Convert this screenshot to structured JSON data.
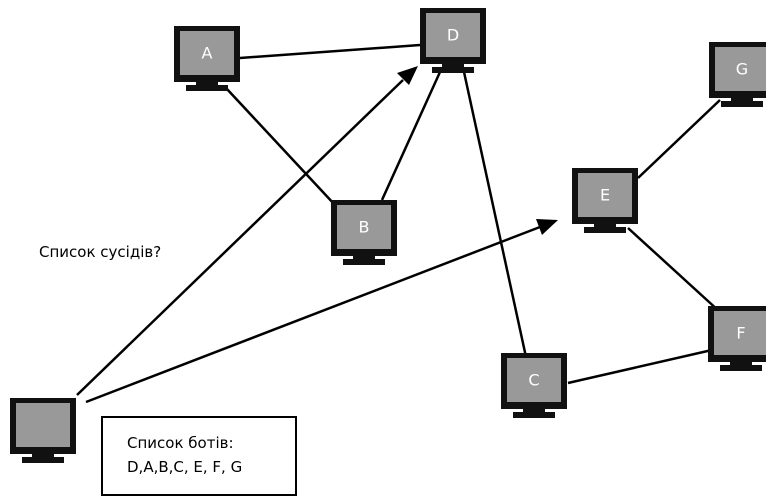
{
  "nodes": [
    {
      "id": "A",
      "label": "A"
    },
    {
      "id": "D",
      "label": "D"
    },
    {
      "id": "G",
      "label": "G"
    },
    {
      "id": "E",
      "label": "E"
    },
    {
      "id": "B",
      "label": "B"
    },
    {
      "id": "F",
      "label": "F"
    },
    {
      "id": "C",
      "label": "C"
    },
    {
      "id": "source",
      "label": ""
    }
  ],
  "links": [
    [
      "A",
      "D"
    ],
    [
      "A",
      "B"
    ],
    [
      "B",
      "D"
    ],
    [
      "D",
      "C"
    ],
    [
      "C",
      "F"
    ],
    [
      "E",
      "F"
    ],
    [
      "E",
      "G"
    ]
  ],
  "queries": [
    [
      "source",
      "D"
    ],
    [
      "source",
      "E"
    ]
  ],
  "question_text": "Список сусідів?",
  "bot_list": {
    "title": "Список ботів:",
    "items": "D,A,B,C, E, F, G"
  },
  "colors": {
    "screen": "#999999",
    "monitor_frame": "#111111",
    "stroke": "#000000"
  }
}
